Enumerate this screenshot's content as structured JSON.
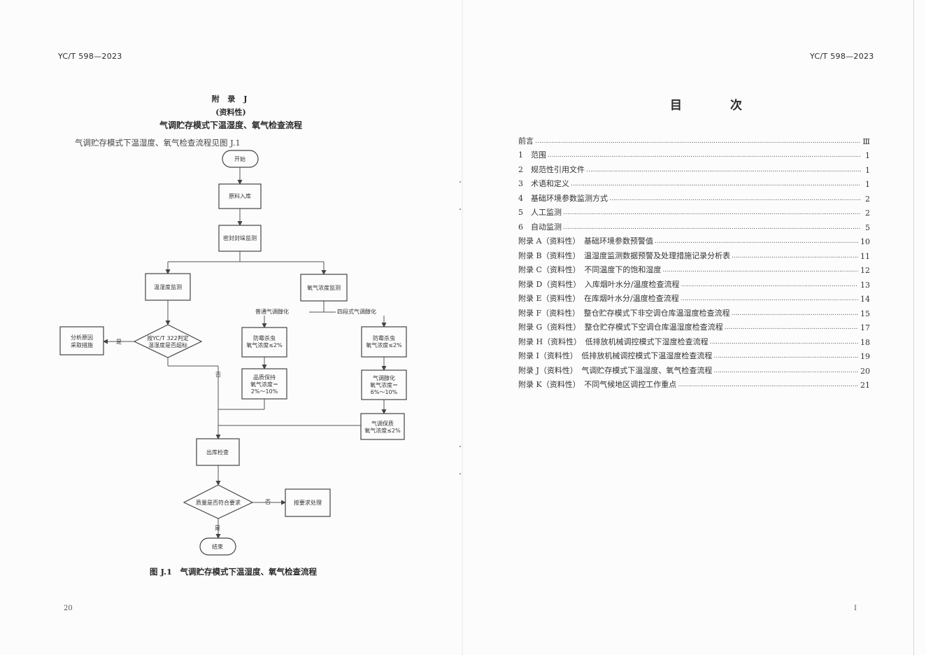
{
  "left_page": {
    "header": "YC/T 598—2023",
    "appendix_title": "附 录 J",
    "appendix_type": "(资料性)",
    "appendix_heading": "气调贮存模式下温湿度、氧气检查流程",
    "intro": "气调贮存模式下温湿度、氧气检查流程见图 J.1",
    "figure_caption": "图 J.1　气调贮存模式下温湿度、氧气检查流程",
    "page_number": "20",
    "flowchart": {
      "start": "开始",
      "raw_in": "原料入库",
      "seal": "密封封垛监测",
      "temp_monitor": "温湿度监测",
      "oxygen_monitor": "氧气浓度监测",
      "ordinary": "普通气调醇化",
      "four_stage": "四段式气调醇化",
      "decision1_line1": "按YC/T 322判定",
      "decision1_line2": "温湿度是否超标",
      "analyze_line1": "分析原因",
      "analyze_line2": "采取措施",
      "yes": "是",
      "no": "否",
      "left_box1_line1": "防霉杀虫",
      "left_box1_line2": "氧气浓度≤2%",
      "left_box2_line1": "品质保持",
      "left_box2_line2": "氧气浓度＝",
      "left_box2_line3": "2%～10%",
      "right_box1_line1": "防霉杀虫",
      "right_box1_line2": "氧气浓度≤2%",
      "right_box2_line1": "气调醇化",
      "right_box2_line2": "氧气浓度＝",
      "right_box2_line3": "6%～10%",
      "right_box3_line1": "气调保质",
      "right_box3_line2": "氧气浓度≤2%",
      "out_check": "出库检查",
      "decision2": "质量是否符合要求",
      "handle": "按要求处理",
      "end": "结束"
    }
  },
  "right_page": {
    "header": "YC/T 598—2023",
    "toc_title": "目　次",
    "page_number": "I",
    "toc": [
      {
        "label": "前言",
        "page": "Ⅲ"
      },
      {
        "label": "1　范围",
        "page": "1"
      },
      {
        "label": "2　规范性引用文件",
        "page": "1"
      },
      {
        "label": "3　术语和定义",
        "page": "1"
      },
      {
        "label": "4　基础环境参数监测方式",
        "page": "2"
      },
      {
        "label": "5　人工监测",
        "page": "2"
      },
      {
        "label": "6　自动监测",
        "page": "5"
      },
      {
        "label": "附录 A（资料性）　基础环境参数预警值",
        "page": "10"
      },
      {
        "label": "附录 B（资料性）　温湿度监测数据预警及处理措施记录分析表",
        "page": "11"
      },
      {
        "label": "附录 C（资料性）　不同温度下的饱和湿度",
        "page": "12"
      },
      {
        "label": "附录 D（资料性）　入库烟叶水分/温度检查流程",
        "page": "13"
      },
      {
        "label": "附录 E（资料性）　在库烟叶水分/温度检查流程",
        "page": "14"
      },
      {
        "label": "附录 F（资料性）　整仓贮存模式下非空调仓库温湿度检查流程",
        "page": "15"
      },
      {
        "label": "附录 G（资料性）　整仓贮存模式下空调仓库温湿度检查流程",
        "page": "17"
      },
      {
        "label": "附录 H（资料性）　低排放机械调控模式下湿度检查流程",
        "page": "18"
      },
      {
        "label": "附录 I（资料性）　低排放机械调控模式下温湿度检查流程",
        "page": "19"
      },
      {
        "label": "附录 J（资料性）　气调贮存模式下温湿度、氧气检查流程",
        "page": "20"
      },
      {
        "label": "附录 K（资料性）　不同气候地区调控工作重点",
        "page": "21"
      }
    ]
  }
}
